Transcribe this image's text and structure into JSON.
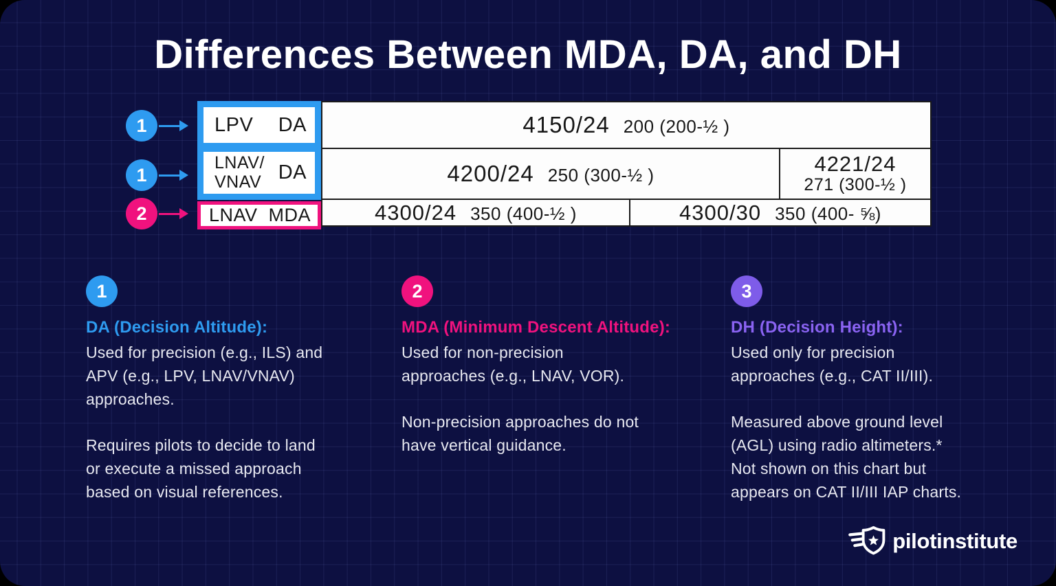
{
  "title": "Differences Between MDA, DA, and DH",
  "colors": {
    "background": "#000000",
    "card": "#0d1041",
    "blue": "#2e9bf0",
    "pink": "#f0127e",
    "purple": "#7e5ce9",
    "body_text": "#e8e9f1",
    "table_paper": "#fdfdfd",
    "table_ink": "#171717"
  },
  "chart_data": {
    "type": "table",
    "title": "Instrument approach chart minima excerpt",
    "rows": [
      {
        "approach": "LPV",
        "minimum_type": "DA",
        "minima": "4150/24 200 (200-½ )",
        "minima_alt": ""
      },
      {
        "approach": "LNAV/VNAV",
        "minimum_type": "DA",
        "minima": "4200/24 250 (300-½ )",
        "minima_alt": "4221/24 271 (300-½ )"
      },
      {
        "approach": "LNAV",
        "minimum_type": "MDA",
        "minima": "4300/24 350 (400-½ )",
        "minima_alt": "4300/30 350 (400- ⅝)"
      }
    ]
  },
  "minima_table": {
    "row1": {
      "label": "LPV",
      "type": "DA",
      "main": "4150/24",
      "sub": "200 (200-½ )"
    },
    "row2": {
      "label_lines": "LNAV/\nVNAV",
      "type": "DA",
      "cell1_main": "4200/24",
      "cell1_sub": "250 (300-½ )",
      "cell2_main": "4221/24",
      "cell2_sub": "271 (300-½ )"
    },
    "row3": {
      "label": "LNAV",
      "type": "MDA",
      "cell1_main": "4300/24",
      "cell1_sub": "350 (400-½ )",
      "cell2_main": "4300/30",
      "cell2_sub": "350 (400- ⅝)"
    }
  },
  "callouts": [
    {
      "number": "1"
    },
    {
      "number": "1"
    },
    {
      "number": "2"
    }
  ],
  "sections": [
    {
      "number": "1",
      "heading": "DA (Decision Altitude):",
      "p1": "Used for precision (e.g., ILS) and\nAPV (e.g., LPV, LNAV/VNAV)\napproaches.",
      "p2": "Requires pilots to decide to land\nor execute a missed approach\nbased on visual references."
    },
    {
      "number": "2",
      "heading": "MDA (Minimum Descent Altitude):",
      "p1": "Used for non-precision\napproaches (e.g., LNAV, VOR).",
      "p2": "Non-precision approaches do not\nhave vertical guidance."
    },
    {
      "number": "3",
      "heading": "DH (Decision Height):",
      "p1": "Used only for precision\napproaches (e.g., CAT II/III).",
      "p2": "Measured above ground level\n(AGL) using radio altimeters.*\nNot shown on this chart but\nappears on CAT II/III IAP charts."
    }
  ],
  "logo": {
    "text": "pilotinstitute"
  }
}
